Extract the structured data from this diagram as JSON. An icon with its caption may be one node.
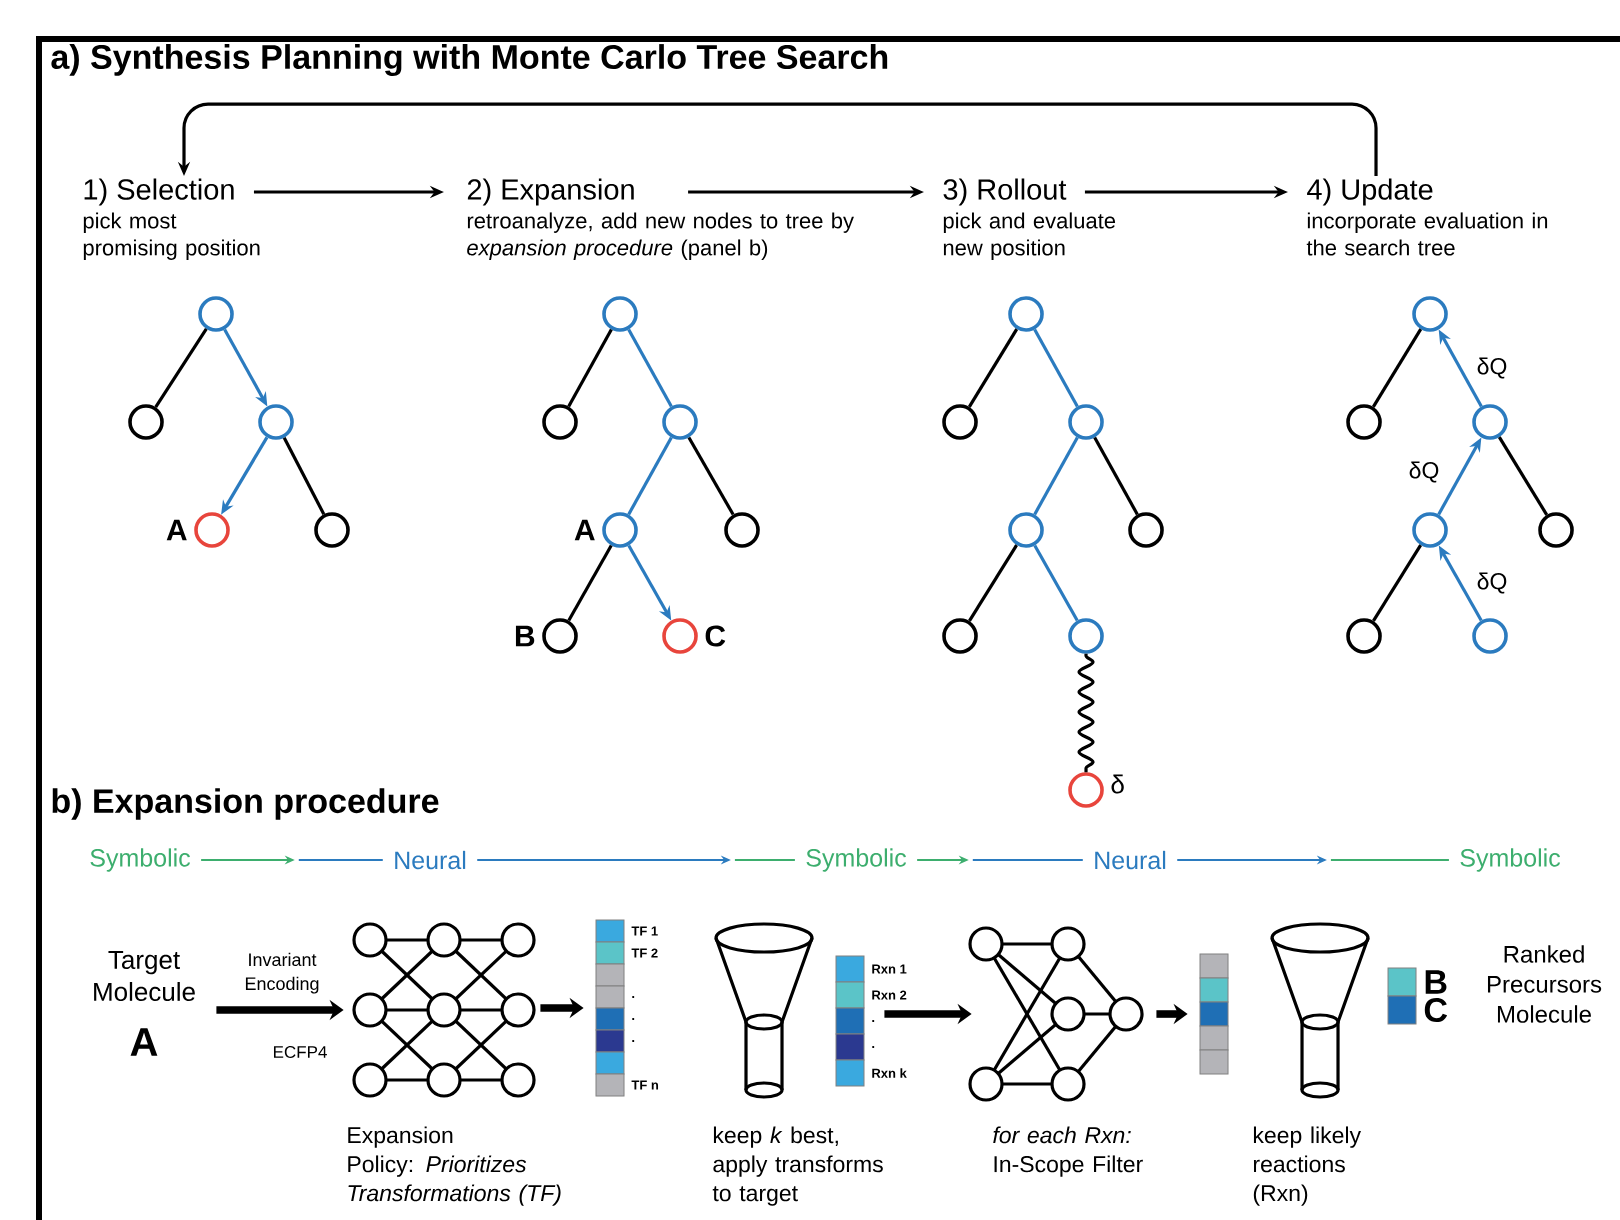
{
  "diagram": {
    "title": "a) Synthesis Planning with Monte Carlo Tree Search",
    "nodes": [
      {
        "text": [
          "1) Selection",
          "pick most promising position"
        ]
      },
      {
        "text": [
          "2) Expansion",
          "retroanalyze, add new nodes to tree by *expansion procedure* (panel b)"
        ]
      },
      {
        "text": [
          "3) Rollout",
          "pick and evaluate new position"
        ]
      },
      {
        "text": [
          "4) Update",
          "incorporate evaluation in the search tree"
        ]
      },
      {
        "text": [],
        "shape": "circle"
      },
      {
        "text": [],
        "shape": "circle"
      },
      {
        "text": [],
        "shape": "circle"
      },
      {
        "text": [],
        "shape": "circle",
        "beside": [
          "A"
        ]
      },
      {
        "text": [],
        "shape": "circle"
      },
      {
        "text": [],
        "shape": "circle"
      },
      {
        "text": [],
        "shape": "circle"
      },
      {
        "text": [],
        "shape": "circle"
      },
      {
        "text": [],
        "shape": "circle",
        "beside": [
          "A"
        ]
      },
      {
        "text": [],
        "shape": "circle"
      },
      {
        "text": [],
        "shape": "circle",
        "beside": [
          "B"
        ]
      },
      {
        "text": [],
        "shape": "circle",
        "beside": [
          "C"
        ]
      },
      {
        "text": [],
        "shape": "circle"
      },
      {
        "text": [],
        "shape": "circle"
      },
      {
        "text": [],
        "shape": "circle"
      },
      {
        "text": [],
        "shape": "circle"
      },
      {
        "text": [],
        "shape": "circle"
      },
      {
        "text": [],
        "shape": "circle"
      },
      {
        "text": [],
        "shape": "circle"
      },
      {
        "text": [],
        "shape": "circle",
        "beside": [
          "δ"
        ]
      },
      {
        "text": [],
        "shape": "circle"
      },
      {
        "text": [],
        "shape": "circle"
      },
      {
        "text": [],
        "shape": "circle"
      },
      {
        "text": [],
        "shape": "circle"
      },
      {
        "text": [],
        "shape": "circle"
      },
      {
        "text": [],
        "shape": "circle"
      },
      {
        "text": [],
        "shape": "circle"
      },
      {
        "text": [
          "Symbolic"
        ]
      },
      {
        "text": [
          "Neural"
        ]
      },
      {
        "text": [
          "Symbolic"
        ]
      },
      {
        "text": [
          "Neural"
        ]
      },
      {
        "text": [
          "Symbolic"
        ]
      },
      {
        "text": [
          "Target Molecule",
          "A"
        ]
      },
      {
        "text": [],
        "shape": "picture",
        "beside": [
          "Expansion Policy: *Prioritizes Transformations (TF)*"
        ]
      },
      {
        "text": [],
        "shape": "bar",
        "beside": [
          "TF 1",
          "TF 2",
          ".",
          ".",
          ".",
          "TF n"
        ]
      },
      {
        "text": [],
        "shape": "picture",
        "beside": [
          "keep *k* best, apply transforms to target"
        ]
      },
      {
        "text": [],
        "shape": "bar",
        "beside": [
          "Rxn 1",
          "Rxn 2",
          ".",
          ".",
          "Rxn k"
        ]
      },
      {
        "text": [],
        "shape": "picture",
        "beside": [
          "*for each Rxn:* In-Scope Filter"
        ]
      },
      {
        "text": [],
        "shape": "bar"
      },
      {
        "text": [],
        "shape": "picture",
        "beside": [
          "keep likely reactions (Rxn)"
        ]
      },
      {
        "text": [],
        "shape": "bar",
        "beside": [
          "B",
          "C"
        ]
      }
    ],
    "edges": [
      {
        "from": 0,
        "to": 1,
        "arrow": "to"
      },
      {
        "from": 1,
        "to": 2,
        "arrow": "to"
      },
      {
        "from": 2,
        "to": 3,
        "arrow": "to"
      },
      {
        "from": 3,
        "to": 0,
        "arrow": "to"
      },
      {
        "from": 4,
        "to": 5,
        "arrow": "none"
      },
      {
        "from": 4,
        "to": 6,
        "arrow": "to",
        "color": "#2b7bbf"
      },
      {
        "from": 6,
        "to": 7,
        "arrow": "to",
        "color": "#2b7bbf"
      },
      {
        "from": 6,
        "to": 8,
        "arrow": "none"
      },
      {
        "from": 9,
        "to": 10,
        "arrow": "none"
      },
      {
        "from": 9,
        "to": 11,
        "arrow": "none",
        "color": "#2b7bbf"
      },
      {
        "from": 11,
        "to": 12,
        "arrow": "none",
        "color": "#2b7bbf"
      },
      {
        "from": 11,
        "to": 13,
        "arrow": "none"
      },
      {
        "from": 12,
        "to": 14,
        "arrow": "none"
      },
      {
        "from": 12,
        "to": 15,
        "arrow": "to",
        "color": "#2b7bbf"
      },
      {
        "from": 16,
        "to": 17,
        "arrow": "none"
      },
      {
        "from": 16,
        "to": 18,
        "arrow": "none",
        "color": "#2b7bbf"
      },
      {
        "from": 18,
        "to": 19,
        "arrow": "none",
        "color": "#2b7bbf"
      },
      {
        "from": 18,
        "to": 20,
        "arrow": "none"
      },
      {
        "from": 19,
        "to": 21,
        "arrow": "none"
      },
      {
        "from": 19,
        "to": 22,
        "arrow": "none",
        "color": "#2b7bbf"
      },
      {
        "from": 22,
        "to": 23,
        "arrow": "none"
      },
      {
        "from": 24,
        "to": 25,
        "arrow": "none"
      },
      {
        "from": 26,
        "to": 24,
        "arrow": "to",
        "color": "#2b7bbf",
        "label": "δQ"
      },
      {
        "from": 26,
        "to": 28,
        "arrow": "none"
      },
      {
        "from": 27,
        "to": 26,
        "arrow": "to",
        "color": "#2b7bbf",
        "label": "δQ"
      },
      {
        "from": 27,
        "to": 29,
        "arrow": "none"
      },
      {
        "from": 30,
        "to": 27,
        "arrow": "to",
        "color": "#2b7bbf",
        "label": "δQ"
      },
      {
        "from": 31,
        "to": 32,
        "arrow": "to",
        "color": "#3dae6e"
      },
      {
        "from": 32,
        "to": 33,
        "arrow": "to",
        "color": "#2b7bbf"
      },
      {
        "from": 33,
        "to": 34,
        "arrow": "to",
        "color": "#3dae6e"
      },
      {
        "from": 34,
        "to": 35,
        "arrow": "to",
        "color": "#2b7bbf"
      },
      {
        "from": 36,
        "to": 37,
        "arrow": "to",
        "style": "thick",
        "label": "Invariant Encoding"
      },
      {
        "from": 37,
        "to": 38,
        "arrow": "to",
        "style": "thick"
      },
      {
        "from": 40,
        "to": 41,
        "arrow": "to",
        "style": "thick"
      },
      {
        "from": 41,
        "to": 42,
        "arrow": "to",
        "style": "thick"
      }
    ],
    "labels": [
      "b) Expansion procedure",
      "ECFP4",
      "Ranked Precursors Molecule"
    ]
  }
}
